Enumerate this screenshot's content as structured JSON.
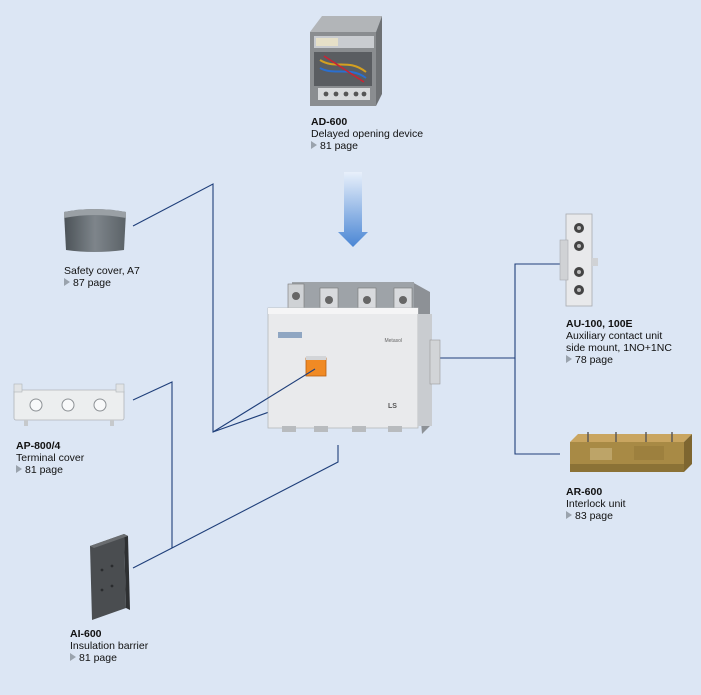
{
  "accessories": [
    {
      "id": "ad600",
      "code": "AD-600",
      "desc": [
        "Delayed opening device"
      ],
      "page": "81 page"
    },
    {
      "id": "safety",
      "code": "",
      "desc": [
        "Safety cover, A7"
      ],
      "page": "87 page"
    },
    {
      "id": "au100",
      "code": "AU-100, 100E",
      "desc": [
        "Auxiliary contact unit",
        "side mount, 1NO+1NC"
      ],
      "page": "78 page"
    },
    {
      "id": "ap800",
      "code": "AP-800/4",
      "desc": [
        "Terminal cover"
      ],
      "page": "81 page"
    },
    {
      "id": "ar600",
      "code": "AR-600",
      "desc": [
        "Interlock unit"
      ],
      "page": "83 page"
    },
    {
      "id": "ai600",
      "code": "AI-600",
      "desc": [
        "Insulation barrier"
      ],
      "page": "81 page"
    }
  ],
  "contactor": {
    "brand_text": "Metasol",
    "logo_text": "LS"
  },
  "colors": {
    "background": "#dce6f4",
    "connector_line": "#1f3f7a",
    "arrow_top": "#e8f0fb",
    "arrow_bottom": "#4a86d4"
  }
}
